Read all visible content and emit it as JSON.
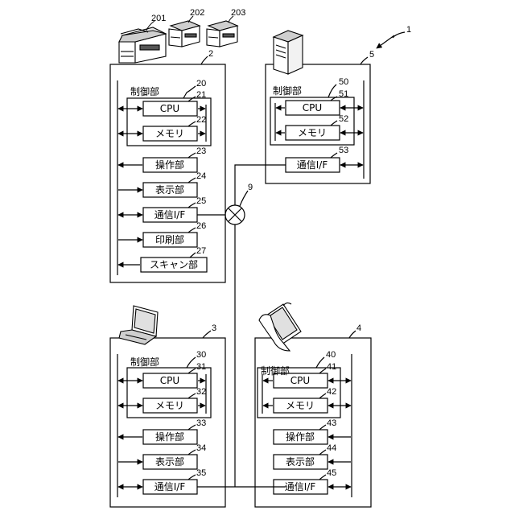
{
  "system_ref": "1",
  "network_ref": "9",
  "printers": {
    "refs": [
      "201",
      "202",
      "203"
    ]
  },
  "devices": {
    "mfp": {
      "ref": "2",
      "control": {
        "label": "制御部",
        "ref": "20"
      },
      "cpu": {
        "label": "CPU",
        "ref": "21"
      },
      "memory": {
        "label": "メモリ",
        "ref": "22"
      },
      "operation": {
        "label": "操作部",
        "ref": "23"
      },
      "display": {
        "label": "表示部",
        "ref": "24"
      },
      "comm": {
        "label": "通信I/F",
        "ref": "25"
      },
      "print": {
        "label": "印刷部",
        "ref": "26"
      },
      "scanner": {
        "label": "スキャン部",
        "ref": "27"
      }
    },
    "server": {
      "ref": "5",
      "control": {
        "label": "制御部",
        "ref": "50"
      },
      "cpu": {
        "label": "CPU",
        "ref": "51"
      },
      "memory": {
        "label": "メモリ",
        "ref": "52"
      },
      "comm": {
        "label": "通信I/F",
        "ref": "53"
      }
    },
    "laptop": {
      "ref": "3",
      "control": {
        "label": "制御部",
        "ref": "30"
      },
      "cpu": {
        "label": "CPU",
        "ref": "31"
      },
      "memory": {
        "label": "メモリ",
        "ref": "32"
      },
      "operation": {
        "label": "操作部",
        "ref": "33"
      },
      "display": {
        "label": "表示部",
        "ref": "34"
      },
      "comm": {
        "label": "通信I/F",
        "ref": "35"
      }
    },
    "tablet": {
      "ref": "4",
      "control": {
        "label": "制御部",
        "ref": "40"
      },
      "cpu": {
        "label": "CPU",
        "ref": "41"
      },
      "memory": {
        "label": "メモリ",
        "ref": "42"
      },
      "operation": {
        "label": "操作部",
        "ref": "43"
      },
      "display": {
        "label": "表示部",
        "ref": "44"
      },
      "comm": {
        "label": "通信I/F",
        "ref": "45"
      }
    }
  }
}
